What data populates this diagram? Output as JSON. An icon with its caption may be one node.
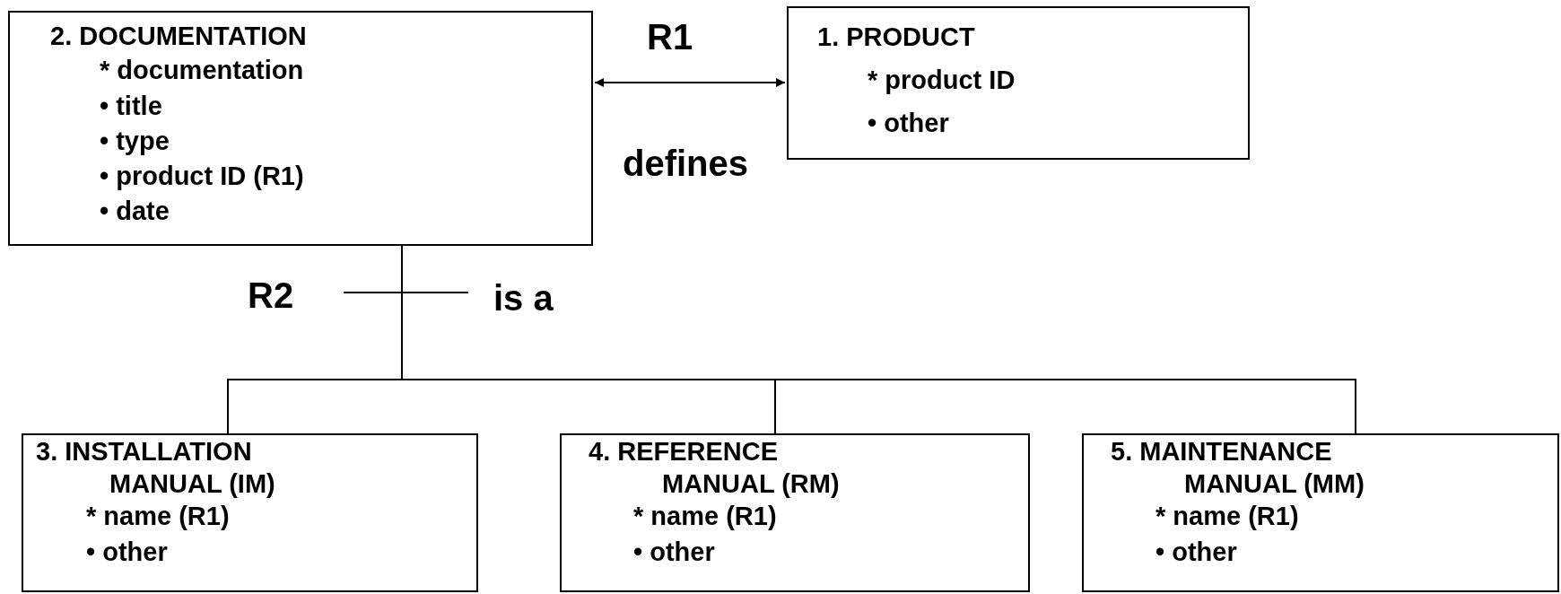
{
  "diagram": {
    "nodes": [
      {
        "text": [
          "2. DOCUMENTATION",
          "* documentation",
          "• title",
          "• type",
          "• product ID (R1)",
          "• date"
        ]
      },
      {
        "text": [
          "1. PRODUCT",
          "* product ID",
          "• other"
        ]
      },
      {
        "text": [
          "3. INSTALLATION MANUAL (IM)",
          "* name (R1)",
          "• other"
        ]
      },
      {
        "text": [
          "4. REFERENCE MANUAL (RM)",
          "* name (R1)",
          "• other"
        ]
      },
      {
        "text": [
          "5. MAINTENANCE MANUAL (MM)",
          "* name (R1)",
          "• other"
        ]
      }
    ],
    "edges": [
      {
        "from": 0,
        "to": 1,
        "arrow": "both",
        "label": "R1"
      },
      {
        "from": 0,
        "to": 2,
        "arrow": "none"
      },
      {
        "from": 0,
        "to": 3,
        "arrow": "none"
      },
      {
        "from": 0,
        "to": 4,
        "arrow": "none"
      }
    ],
    "labels": [
      "defines",
      "R2",
      "is a"
    ]
  }
}
